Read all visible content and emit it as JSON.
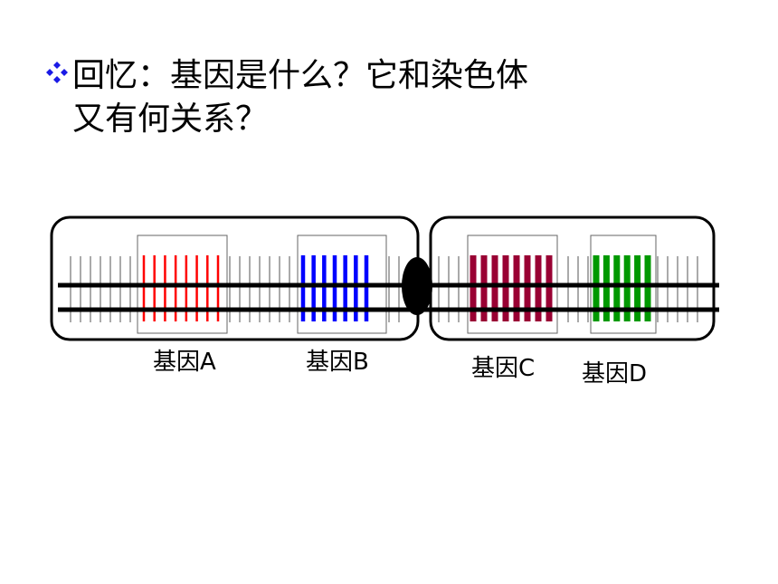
{
  "question": {
    "line1": "回忆：基因是什么？它和染色体",
    "line2": "又有何关系？",
    "bullet_icon": "four-diamond-bullet-icon",
    "bullet_color": "#1a1ae6"
  },
  "chromosome": {
    "genes": [
      {
        "label": "基因A",
        "color": "#ff0000",
        "bands": 8,
        "style": "thin"
      },
      {
        "label": "基因B",
        "color": "#0000ff",
        "bands": 7,
        "style": "medium"
      },
      {
        "label": "基因C",
        "color": "#990033",
        "bands": 8,
        "style": "thick"
      },
      {
        "label": "基因D",
        "color": "#009900",
        "bands": 6,
        "style": "thick"
      }
    ],
    "centromere_color": "#000000"
  }
}
